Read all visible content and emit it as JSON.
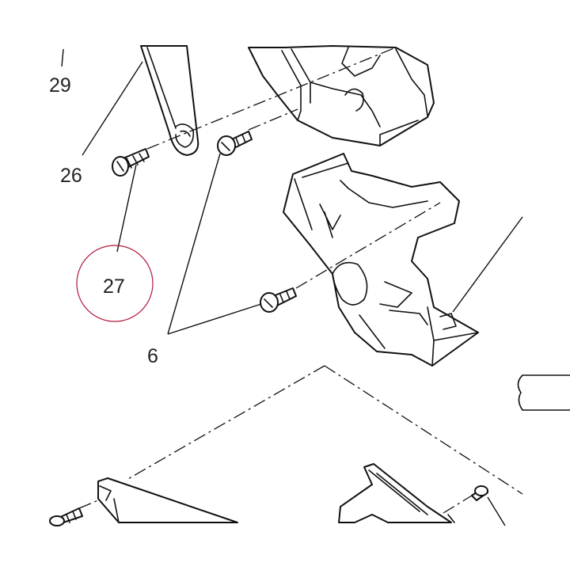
{
  "diagram": {
    "callouts": {
      "c29": "29",
      "c26": "26",
      "c27": "27",
      "c6": "6"
    },
    "highlight": {
      "target": "27",
      "color": "#b0183a"
    }
  }
}
